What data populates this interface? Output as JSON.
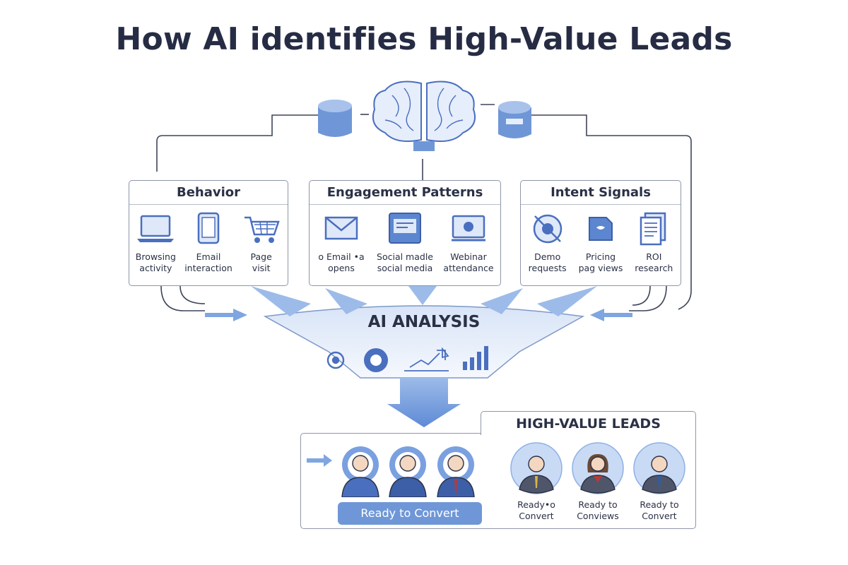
{
  "title": "How AI identifies High-Value Leads",
  "panels": [
    {
      "title": "Behavior",
      "items": [
        {
          "icon": "laptop-icon",
          "label": "Browsing\nactivity"
        },
        {
          "icon": "tablet-icon",
          "label": "Email\ninteraction"
        },
        {
          "icon": "shopping-cart-icon",
          "label": "Page\nvisit"
        }
      ]
    },
    {
      "title": "Engagement Patterns",
      "items": [
        {
          "icon": "envelope-icon",
          "label": "o Email •a\nopens"
        },
        {
          "icon": "social-media-icon",
          "label": "Social madle\nsocial media"
        },
        {
          "icon": "webinar-icon",
          "label": "Webinar\nattendance"
        }
      ]
    },
    {
      "title": "Intent Signals",
      "items": [
        {
          "icon": "target-icon",
          "label": "Demo\nrequests"
        },
        {
          "icon": "pricing-tag-icon",
          "label": "Pricing\npag views"
        },
        {
          "icon": "document-icon",
          "label": "ROI\nresearch"
        }
      ]
    }
  ],
  "analysis": {
    "label": "AI ANALYSIS",
    "icons": [
      "gears-icon",
      "gear-icon",
      "growth-chart-icon",
      "bar-chart-icon"
    ]
  },
  "results": {
    "ready_button": "Ready to Convert",
    "high_value_title": "HIGH-VALUE LEADS",
    "leads": [
      {
        "label": "Ready•o\nConvert",
        "tie": "#d4b54a",
        "hair": "#6b5440"
      },
      {
        "label": "Ready to\nConviews",
        "tie": "#b73b35",
        "hair": "#6b4a35"
      },
      {
        "label": "Ready to\nConvert",
        "tie": "#2e5da8",
        "hair": "#5a4030"
      }
    ]
  },
  "colors": {
    "accent": "#6f97d7",
    "icon_blue": "#4a6fbf",
    "icon_fill": "#dfe8f8",
    "line": "#3e4559"
  }
}
